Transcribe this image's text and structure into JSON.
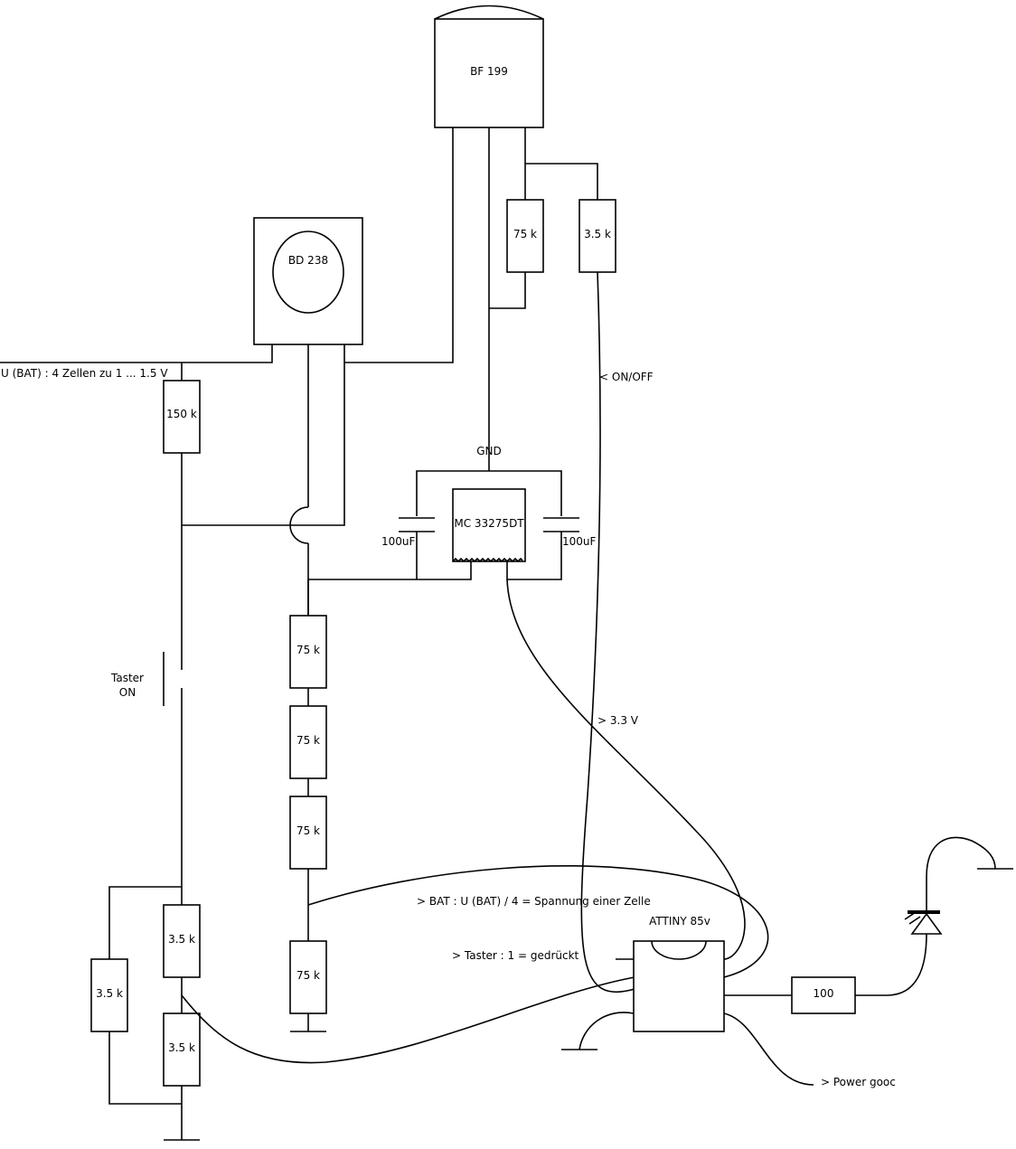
{
  "components": {
    "bf199": "BF 199",
    "bd238": "BD 238",
    "r_75k_top": "75 k",
    "r_3_5k_top": "3.5 k",
    "r_150k": "150 k",
    "ic_mc33275": "MC 33275DT",
    "cap_left": "100uF",
    "cap_right": "100uF",
    "r_75k_1": "75 k",
    "r_75k_2": "75 k",
    "r_75k_3": "75 k",
    "r_75k_4": "75 k",
    "r_3_5k_a": "3.5 k",
    "r_3_5k_b": "3.5 k",
    "r_3_5k_c": "3.5 k",
    "attiny": "ATTINY 85v",
    "r_100": "100"
  },
  "labels": {
    "ubat": "U (BAT) : 4 Zellen zu 1 ... 1.5 V",
    "gnd": "GND",
    "onoff": "< ON/OFF",
    "taster_line1": "Taster",
    "taster_line2": "ON",
    "v33": "> 3.3 V",
    "bat_div": "> BAT : U (BAT) / 4 = Spannung einer Zelle",
    "taster_pressed": "> Taster : 1 = gedrückt",
    "power_good": "> Power gooc"
  }
}
